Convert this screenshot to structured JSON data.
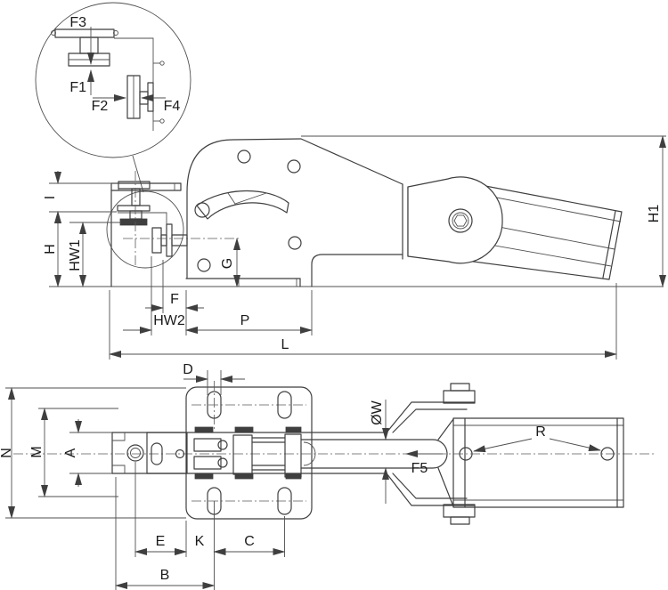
{
  "drawing": {
    "description": "Two-view dimensioned technical drawing of a toggle clamp with a detail circle showing spindle force directions",
    "views": {
      "detail": "spindle-force-detail-circle",
      "side": "side-elevation",
      "plan": "top-plan"
    },
    "detail_labels": {
      "f3": "F3",
      "f1": "F1",
      "f2": "F2",
      "f4": "F4"
    },
    "side_labels": {
      "i": "I",
      "h": "H",
      "hw1": "HW1",
      "g": "G",
      "f": "F",
      "hw2": "HW2",
      "p": "P",
      "l": "L",
      "h1": "H1"
    },
    "plan_labels": {
      "n": "N",
      "m": "M",
      "a": "A",
      "d": "D",
      "e": "E",
      "k": "K",
      "c": "C",
      "b": "B",
      "w": "ØW",
      "f5": "F5",
      "r": "R"
    },
    "colors": {
      "line": "#3f3f3f",
      "dim": "#4f4f4f",
      "text": "#1a1a1a",
      "background": "#ffffff"
    }
  }
}
